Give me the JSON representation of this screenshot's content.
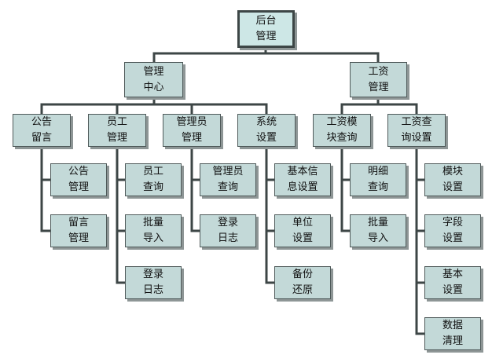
{
  "colors": {
    "box_fill": "#c3d9d8",
    "top_fill": "#cde7e6",
    "border": "#4f5a5a",
    "line": "#3d4646",
    "shadow": "#8e9696"
  },
  "nodes": {
    "root": {
      "label": "后台\n管理"
    },
    "mgmt": {
      "label": "管理\n中心"
    },
    "salary": {
      "label": "工资\n管理"
    },
    "notice": {
      "label": "公告\n留言"
    },
    "staff": {
      "label": "员工\n管理"
    },
    "admin": {
      "label": "管理员\n管理"
    },
    "system": {
      "label": "系统\n设置"
    },
    "salq": {
      "label": "工资模\n块查询"
    },
    "salset": {
      "label": "工资查\n询设置"
    },
    "n_notice": {
      "label": "公告\n管理"
    },
    "n_message": {
      "label": "留言\n管理"
    },
    "s_query": {
      "label": "员工\n查询"
    },
    "s_import": {
      "label": "批量\n导入"
    },
    "s_log": {
      "label": "登录\n日志"
    },
    "a_query": {
      "label": "管理员\n查询"
    },
    "a_log": {
      "label": "登录\n日志"
    },
    "y_basic": {
      "label": "基本信\n息设置"
    },
    "y_unit": {
      "label": "单位\n设置"
    },
    "y_backup": {
      "label": "备份\n还原"
    },
    "q_detail": {
      "label": "明细\n查询"
    },
    "q_import": {
      "label": "批量\n导入"
    },
    "c_module": {
      "label": "模块\n设置"
    },
    "c_field": {
      "label": "字段\n设置"
    },
    "c_basic": {
      "label": "基本\n设置"
    },
    "c_clear": {
      "label": "数据\n清理"
    }
  }
}
